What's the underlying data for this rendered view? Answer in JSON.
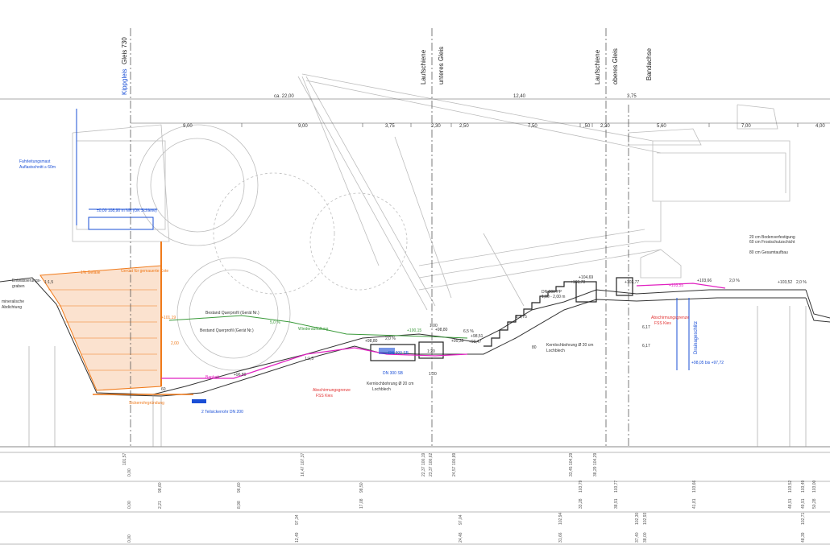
{
  "axes": {
    "kippgleis": "Kippgleis",
    "gleis730": "Gleis 730",
    "laufschiene_1": "Laufschiene",
    "unteres_gleis": "unteres Gleis",
    "laufschiene_2": "Laufschiene",
    "oberes_gleis": "oberes Gleis",
    "bandachse": "Bandachse"
  },
  "dims_top": {
    "d_total_1": "ca. 22,00",
    "d_total_2": "12,40",
    "d_total_3": "3,75",
    "seg": [
      "9,00",
      "9,00",
      "3,75",
      "2,30",
      "2,50",
      "7,50",
      ",50",
      "2,30",
      "5,60",
      "7,00",
      "4,00"
    ]
  },
  "notes": {
    "fahrleitung_1": "Fahrleitungsmast",
    "fahrleitung_2": "Auflastschnitt ≥ 60m",
    "ok_schiene": "±0,00  108,90 m NN (OK Schiene)",
    "entwaesserungs_1": "Entwässerungs-",
    "entwaesserungs_2": "graben",
    "mineralische_1": "mineralische",
    "mineralische_2": "Abdichtung",
    "gefaelle": "1% Gefälle",
    "geruest": "Gerüst für gemauerte Kote",
    "bestand_1": "Bestand Querprofil (Gerät Nr.)",
    "bestand_2": "Bestand Querprofil (Gerät Nr.)",
    "wiederauffuellung": "Wiederauffüllung",
    "slope_1": "1:1,5",
    "slope_2": "1:1,5",
    "slope_3": "1:1,75",
    "slope_4": "1:20",
    "slope_5": "1:20",
    "pct_1": "2,0 %",
    "pct_2": "2,0 %",
    "pct_3": "2,0 %",
    "pct_4": "5,0 %",
    "pct_5": "6,5 %",
    "el_1": "+98,80",
    "el_2": "+100,15",
    "el_3": "+98,80",
    "el_4": "+98,51",
    "el_5": "+99,35",
    "el_6": "+99,47",
    "el_7": "+96,80",
    "el_8": "+101,19",
    "el_9": "+103,66",
    "el_10": "+103,52",
    "el_11": "+104,69",
    "el_12": "+103,78",
    "el_13": "+103,77",
    "el_14": "+103,55",
    "el_15": "+98,05 bis +97,72",
    "dn_1": "DN 300 SB",
    "dn_2": "DN 300 PP",
    "dn_3": "1,80 - 2,00 m",
    "dn_4": "DN 300 SB",
    "kern_1": "Kernlochbohrung Ø 20 cm",
    "kern_2": "Lochblech",
    "kern_3": "Kernlochbohrung Ø 20 cm",
    "kern_4": "Lochblech",
    "absch_1": "Abschirmungsgrenze",
    "absch_2": "FSS Kies",
    "absch_3": "Abschirmungsgrenze",
    "absch_4": "FSS Kies",
    "drain": "Drainageschlitz",
    "sickerhinweis": "Sickerrohrgründung",
    "teilsicker": "2 Teilsickerrohr DN 200",
    "bankett": "Bankett",
    "bodenv_1": "20 cm Bodenverfestigung",
    "bodenv_2": "60 cm Frostschutzschicht",
    "bodenv_3": "80 cm Gesamtaufbau",
    "dim_617a": "6,17",
    "dim_617b": "6,17",
    "dim_80": "80",
    "dim_100": "1,00",
    "dim_200": "2,00",
    "dim_60": "60"
  },
  "stationing": {
    "row1": [
      "0,00",
      "101,57",
      "16,47",
      "107,37",
      "22,37",
      "100,19",
      "23,37",
      "100,62",
      "24,57",
      "100,89",
      "33,45",
      "104,29",
      "38,29",
      "104,29"
    ],
    "row2": [
      "0,00",
      "2,21",
      "98,60",
      "8,98",
      "96,60",
      "17,08",
      "98,50",
      "33,28",
      "103,79",
      "38,91",
      "103,77",
      "41,81",
      "103,66",
      "48,91",
      "103,52",
      "49,91",
      "103,49",
      "50,28",
      "103,00"
    ],
    "row3": [
      "0,00",
      "12,49",
      "97,34",
      "24,48",
      "97,04",
      "31,66",
      "102,94",
      "37,40",
      "102,30",
      "38,00",
      "102,93",
      "48,39",
      "102,71"
    ]
  },
  "colors": {
    "line": "#555555",
    "light": "#b9b9b9",
    "blue": "#1a4fd6",
    "orange": "#f07a1a",
    "pink": "#e020c0",
    "green": "#3a9a3a",
    "red": "#e23030",
    "axis": "#333333"
  }
}
